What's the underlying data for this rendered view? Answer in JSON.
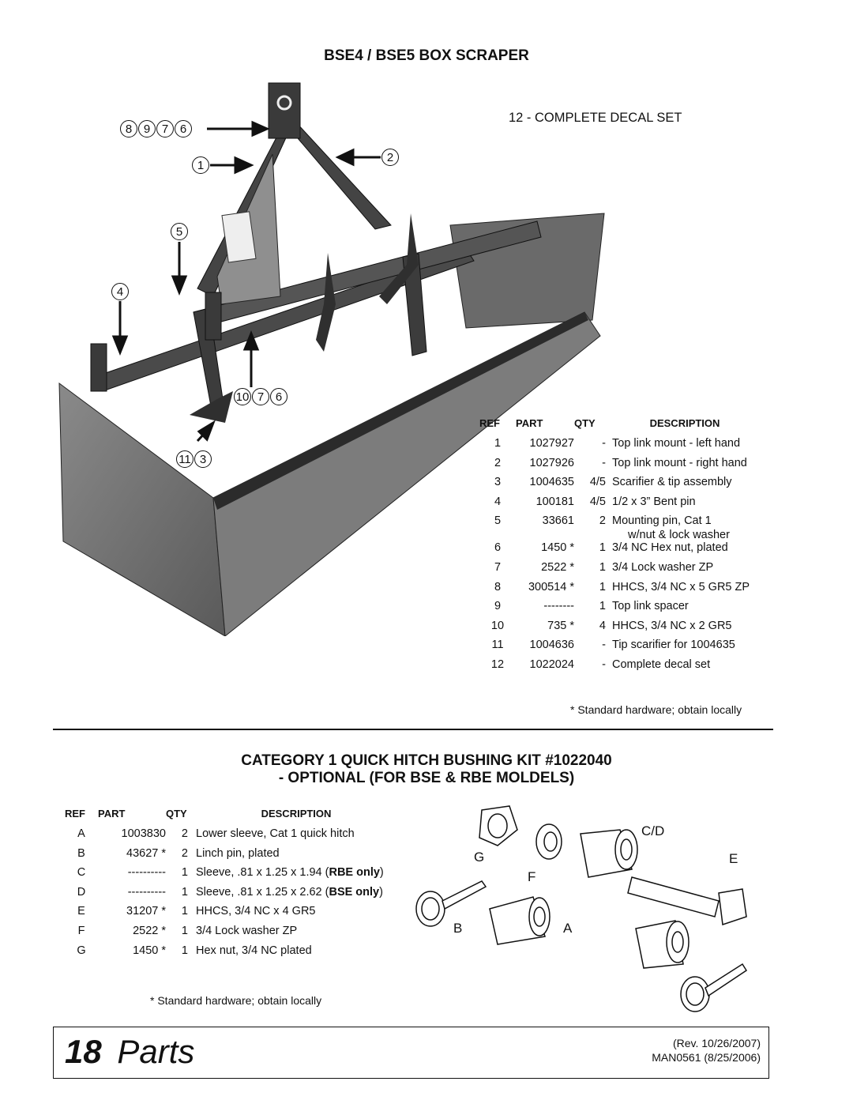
{
  "top": {
    "title": "BSE4 / BSE5 BOX SCRAPER",
    "decal_note": "12 - COMPLETE DECAL SET",
    "callouts": {
      "c8976": [
        "8",
        "9",
        "7",
        "6"
      ],
      "c1": [
        "1"
      ],
      "c2": [
        "2"
      ],
      "c5": [
        "5"
      ],
      "c4": [
        "4"
      ],
      "c1076": [
        "10",
        "7",
        "6"
      ],
      "c113": [
        "11",
        "3"
      ]
    },
    "table": {
      "headers": {
        "ref": "REF",
        "part": "PART",
        "qty": "QTY",
        "desc": "DESCRIPTION"
      },
      "rows": [
        {
          "ref": "1",
          "part": "1027927",
          "qty": "-",
          "desc": "Top link mount - left hand"
        },
        {
          "ref": "2",
          "part": "1027926",
          "qty": "-",
          "desc": "Top link mount - right hand"
        },
        {
          "ref": "3",
          "part": "1004635",
          "qty": "4/5",
          "desc": "Scarifier & tip assembly"
        },
        {
          "ref": "4",
          "part": "100181",
          "qty": "4/5",
          "desc": "1/2 x 3” Bent pin"
        },
        {
          "ref": "5",
          "part": "33661",
          "qty": "2",
          "desc": "Mounting pin, Cat 1",
          "desc2": "w/nut & lock washer"
        },
        {
          "ref": "6",
          "part": "1450 *",
          "qty": "1",
          "desc": "3/4 NC Hex nut, plated"
        },
        {
          "ref": "7",
          "part": "2522 *",
          "qty": "1",
          "desc": "3/4 Lock washer ZP"
        },
        {
          "ref": "8",
          "part": "300514 *",
          "qty": "1",
          "desc": "HHCS, 3/4 NC x 5 GR5 ZP"
        },
        {
          "ref": "9",
          "part": "--------",
          "qty": "1",
          "desc": "Top link spacer"
        },
        {
          "ref": "10",
          "part": "735 *",
          "qty": "4",
          "desc": "HHCS, 3/4 NC x 2 GR5"
        },
        {
          "ref": "11",
          "part": "1004636",
          "qty": "-",
          "desc": "Tip scarifier for 1004635"
        },
        {
          "ref": "12",
          "part": "1022024",
          "qty": "-",
          "desc": "Complete decal set"
        }
      ],
      "footnote": "* Standard hardware; obtain locally"
    }
  },
  "bottom": {
    "title1": "CATEGORY 1 QUICK HITCH BUSHING KIT #1022040",
    "title2": "- OPTIONAL (FOR BSE & RBE MOLDELS)",
    "table": {
      "headers": {
        "ref": "REF",
        "part": "PART",
        "qty": "QTY",
        "desc": "DESCRIPTION"
      },
      "rows": [
        {
          "ref": "A",
          "part": "1003830",
          "qty": "2",
          "desc": "Lower sleeve, Cat 1 quick hitch"
        },
        {
          "ref": "B",
          "part": "43627 *",
          "qty": "2",
          "desc": "Linch pin, plated"
        },
        {
          "ref": "C",
          "part": "----------",
          "qty": "1",
          "desc": "Sleeve, .81 x 1.25 x 1.94 (",
          "bold": "RBE only",
          "tail": ")"
        },
        {
          "ref": "D",
          "part": "----------",
          "qty": "1",
          "desc": "Sleeve, .81 x 1.25 x 2.62 (",
          "bold": "BSE only",
          "tail": ")"
        },
        {
          "ref": "E",
          "part": "31207 *",
          "qty": "1",
          "desc": "HHCS, 3/4 NC x 4 GR5"
        },
        {
          "ref": "F",
          "part": "2522 *",
          "qty": "1",
          "desc": "3/4 Lock washer ZP"
        },
        {
          "ref": "G",
          "part": "1450 *",
          "qty": "1",
          "desc": "Hex nut, 3/4 NC plated"
        }
      ],
      "footnote": "* Standard hardware; obtain locally"
    },
    "labels": {
      "cd": "C/D",
      "g": "G",
      "e": "E",
      "f": "F",
      "b": "B",
      "a": "A"
    }
  },
  "footer": {
    "page_number": "18",
    "section": "Parts",
    "rev": "(Rev. 10/26/2007)",
    "manual": "MAN0561 (8/25/2006)"
  }
}
